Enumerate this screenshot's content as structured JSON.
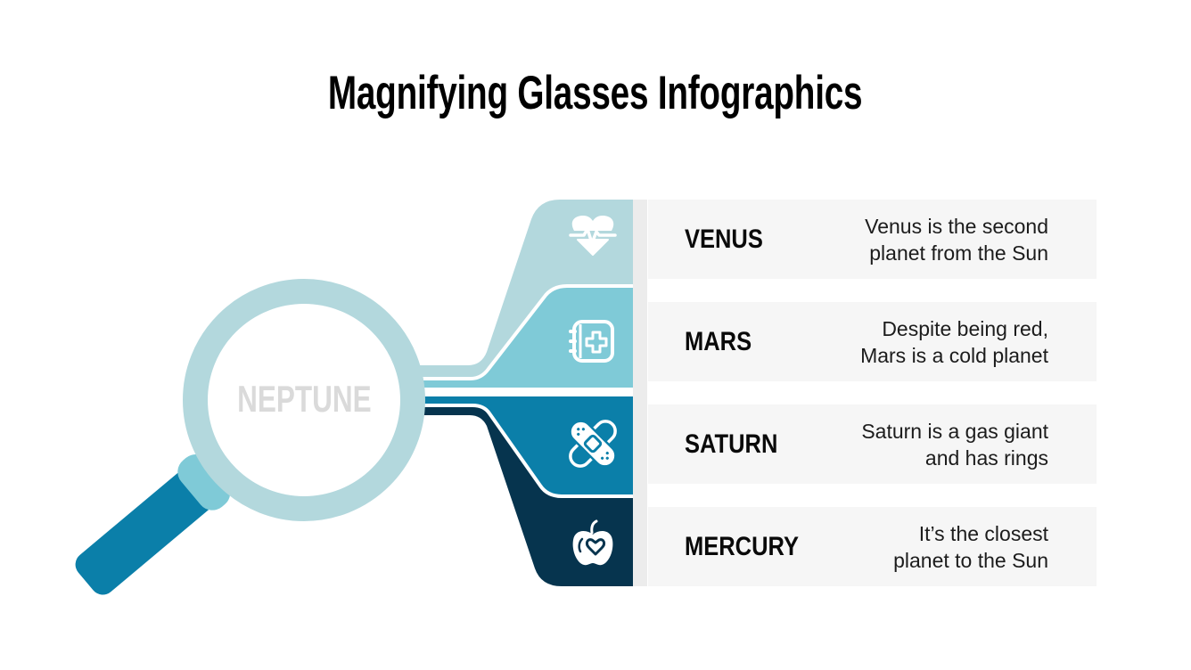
{
  "title": "Magnifying Glasses Infographics",
  "magnifier": {
    "label": "NEPTUNE"
  },
  "colors": {
    "venus": "#b3d8dd",
    "mars": "#7fcad7",
    "saturn": "#0b7fa9",
    "mercury": "#06344e",
    "ring": "#b3d8dd",
    "handle": "#0b7fa9",
    "collar": "#7fcad7",
    "white": "#ffffff"
  },
  "items": [
    {
      "name": "VENUS",
      "icon": "heart-rate-icon",
      "desc": [
        "Venus is the second",
        "planet from the Sun"
      ]
    },
    {
      "name": "MARS",
      "icon": "medical-book-icon",
      "desc": [
        "Despite being red,",
        "Mars is a cold planet"
      ]
    },
    {
      "name": "SATURN",
      "icon": "bandage-icon",
      "desc": [
        "Saturn is a gas giant",
        "and has rings"
      ]
    },
    {
      "name": "MERCURY",
      "icon": "apple-heart-icon",
      "desc": [
        "It’s the closest",
        "planet to the Sun"
      ]
    }
  ]
}
